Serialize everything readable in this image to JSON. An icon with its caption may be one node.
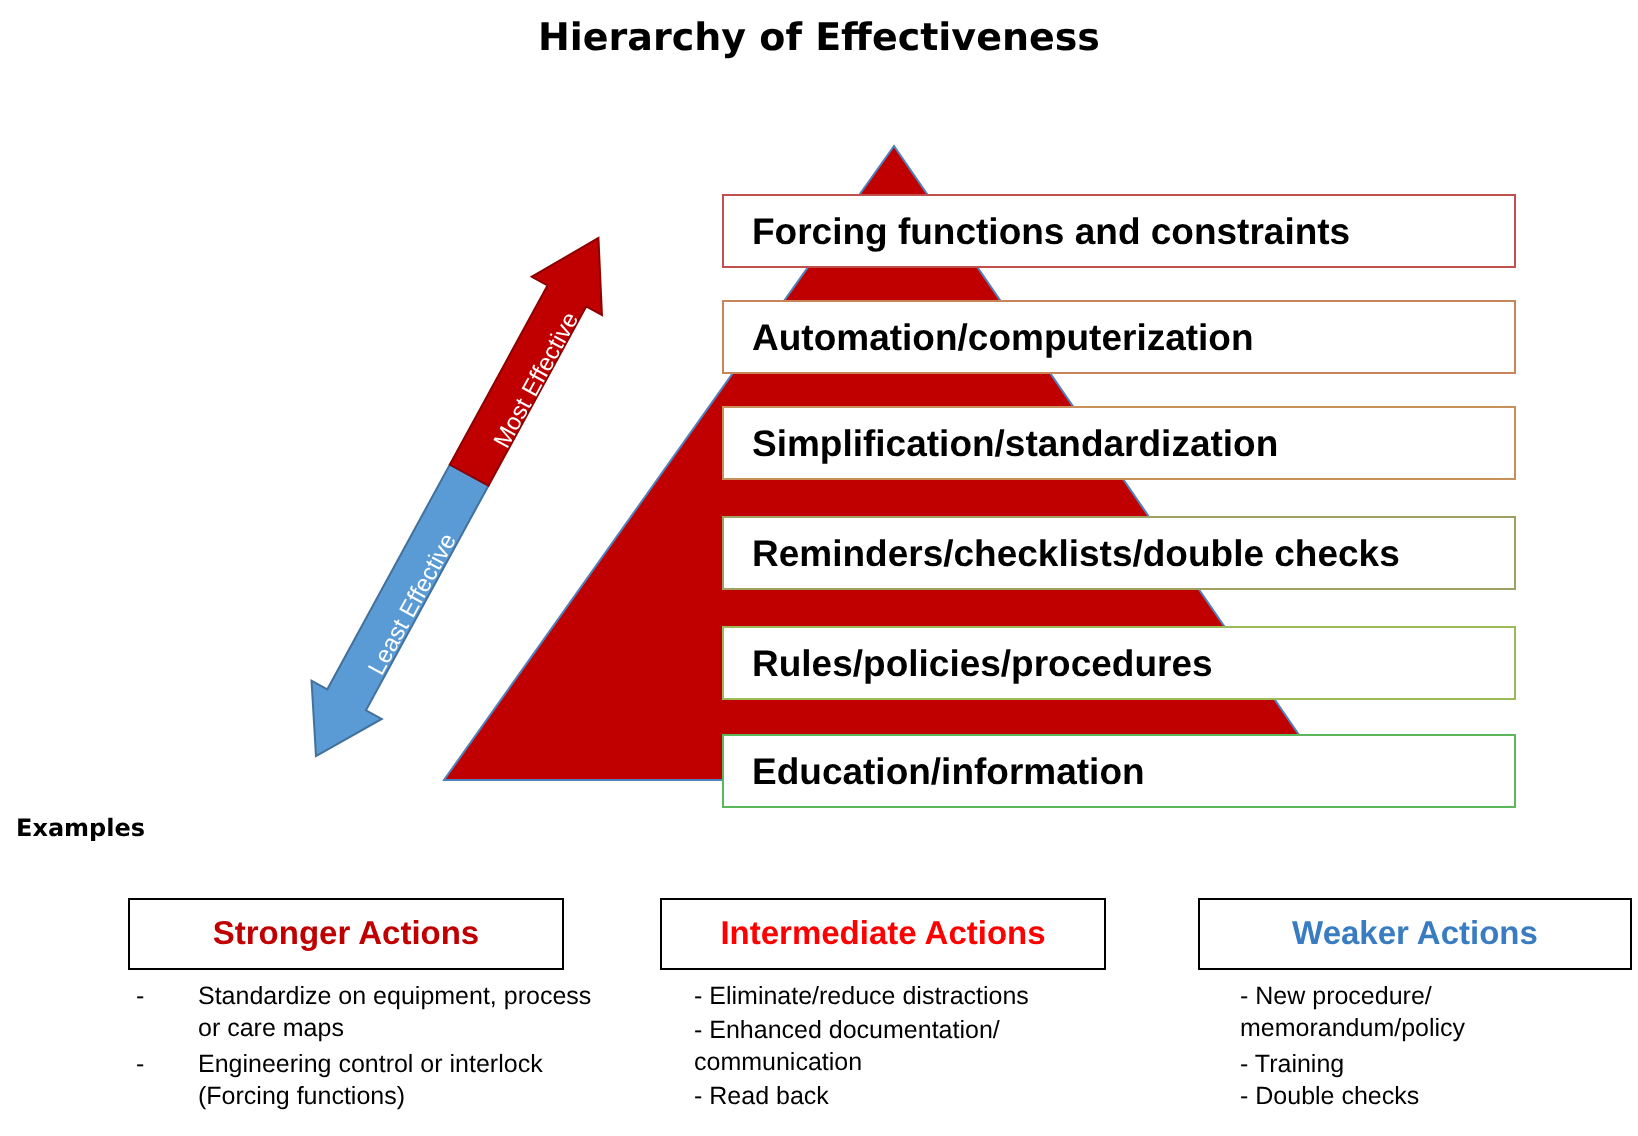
{
  "diagram": {
    "title": "Hierarchy of Effectiveness",
    "nodes": [
      {
        "text": [
          "Forcing functions and constraints"
        ]
      },
      {
        "text": [
          "Automation/computerization"
        ]
      },
      {
        "text": [
          "Simplification/standardization"
        ]
      },
      {
        "text": [
          "Reminders/checklists/double checks"
        ]
      },
      {
        "text": [
          "Rules/policies/procedures"
        ]
      },
      {
        "text": [
          "Education/information"
        ]
      },
      {
        "text": [
          "Stronger Actions"
        ]
      },
      {
        "text": [
          "Intermediate Actions"
        ]
      },
      {
        "text": [
          "Weaker Actions"
        ]
      }
    ],
    "labels": [
      "Most Effective",
      "Least Effective",
      "Examples",
      "-",
      "Standardize on equipment, process or care maps",
      "-",
      "Engineering control or interlock (Forcing functions)",
      "- Eliminate/reduce distractions",
      "- Enhanced documentation/ communication",
      "- Read back",
      "- New procedure/ memorandum/policy",
      "- Training",
      "- Double checks"
    ]
  }
}
